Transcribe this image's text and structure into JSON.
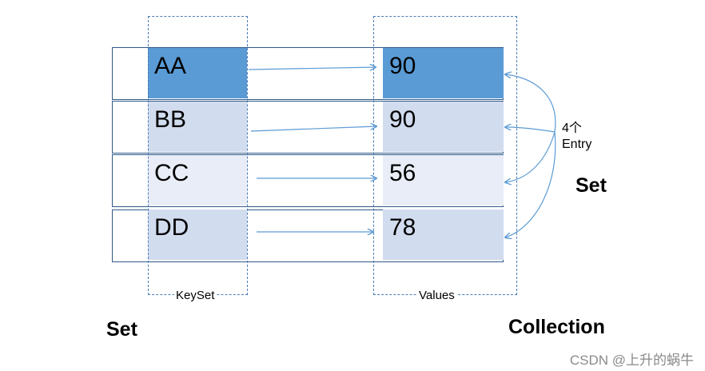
{
  "entries": [
    {
      "key": "AA",
      "value": "90"
    },
    {
      "key": "BB",
      "value": "90"
    },
    {
      "key": "CC",
      "value": "56"
    },
    {
      "key": "DD",
      "value": "78"
    }
  ],
  "labels": {
    "keyset": "KeySet",
    "values": "Values",
    "entry_count": "4个",
    "entry_word": "Entry",
    "set_entries": "Set",
    "set_keys": "Set",
    "collection_values": "Collection"
  },
  "watermark": "CSDN @上升的蜗牛",
  "colors": {
    "highlight": "#5b9bd5",
    "cell_mid": "#d2dcef",
    "cell_light": "#e8edf7",
    "border": "#2f5a88",
    "arrow": "#5b9bd5"
  }
}
